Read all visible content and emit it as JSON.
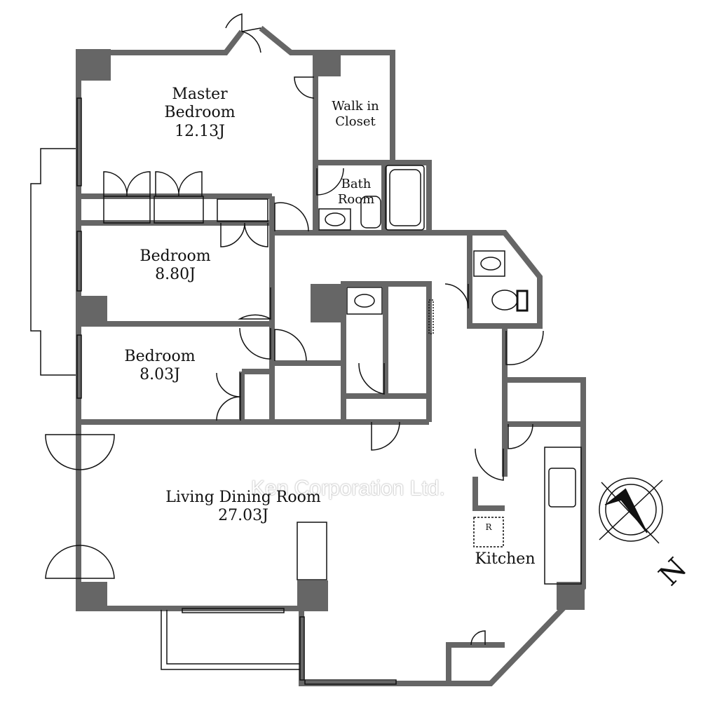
{
  "rooms": {
    "master_bedroom": {
      "name_line1": "Master",
      "name_line2": "Bedroom",
      "size": "12.13J"
    },
    "walk_in_closet": {
      "name_line1": "Walk in",
      "name_line2": "Closet"
    },
    "bath_room": {
      "name_line1": "Bath",
      "name_line2": "Room"
    },
    "bedroom_2": {
      "name": "Bedroom",
      "size": "8.80J"
    },
    "bedroom_3": {
      "name": "Bedroom",
      "size": "8.03J"
    },
    "living": {
      "name": "Living Dining Room",
      "size": "27.03J"
    },
    "kitchen": {
      "name": "Kitchen",
      "fridge_mark": "R"
    }
  },
  "compass": {
    "label": "N"
  },
  "watermark": "Ken Corporation Ltd.",
  "colors": {
    "wall": "#666666",
    "line": "#111111"
  }
}
